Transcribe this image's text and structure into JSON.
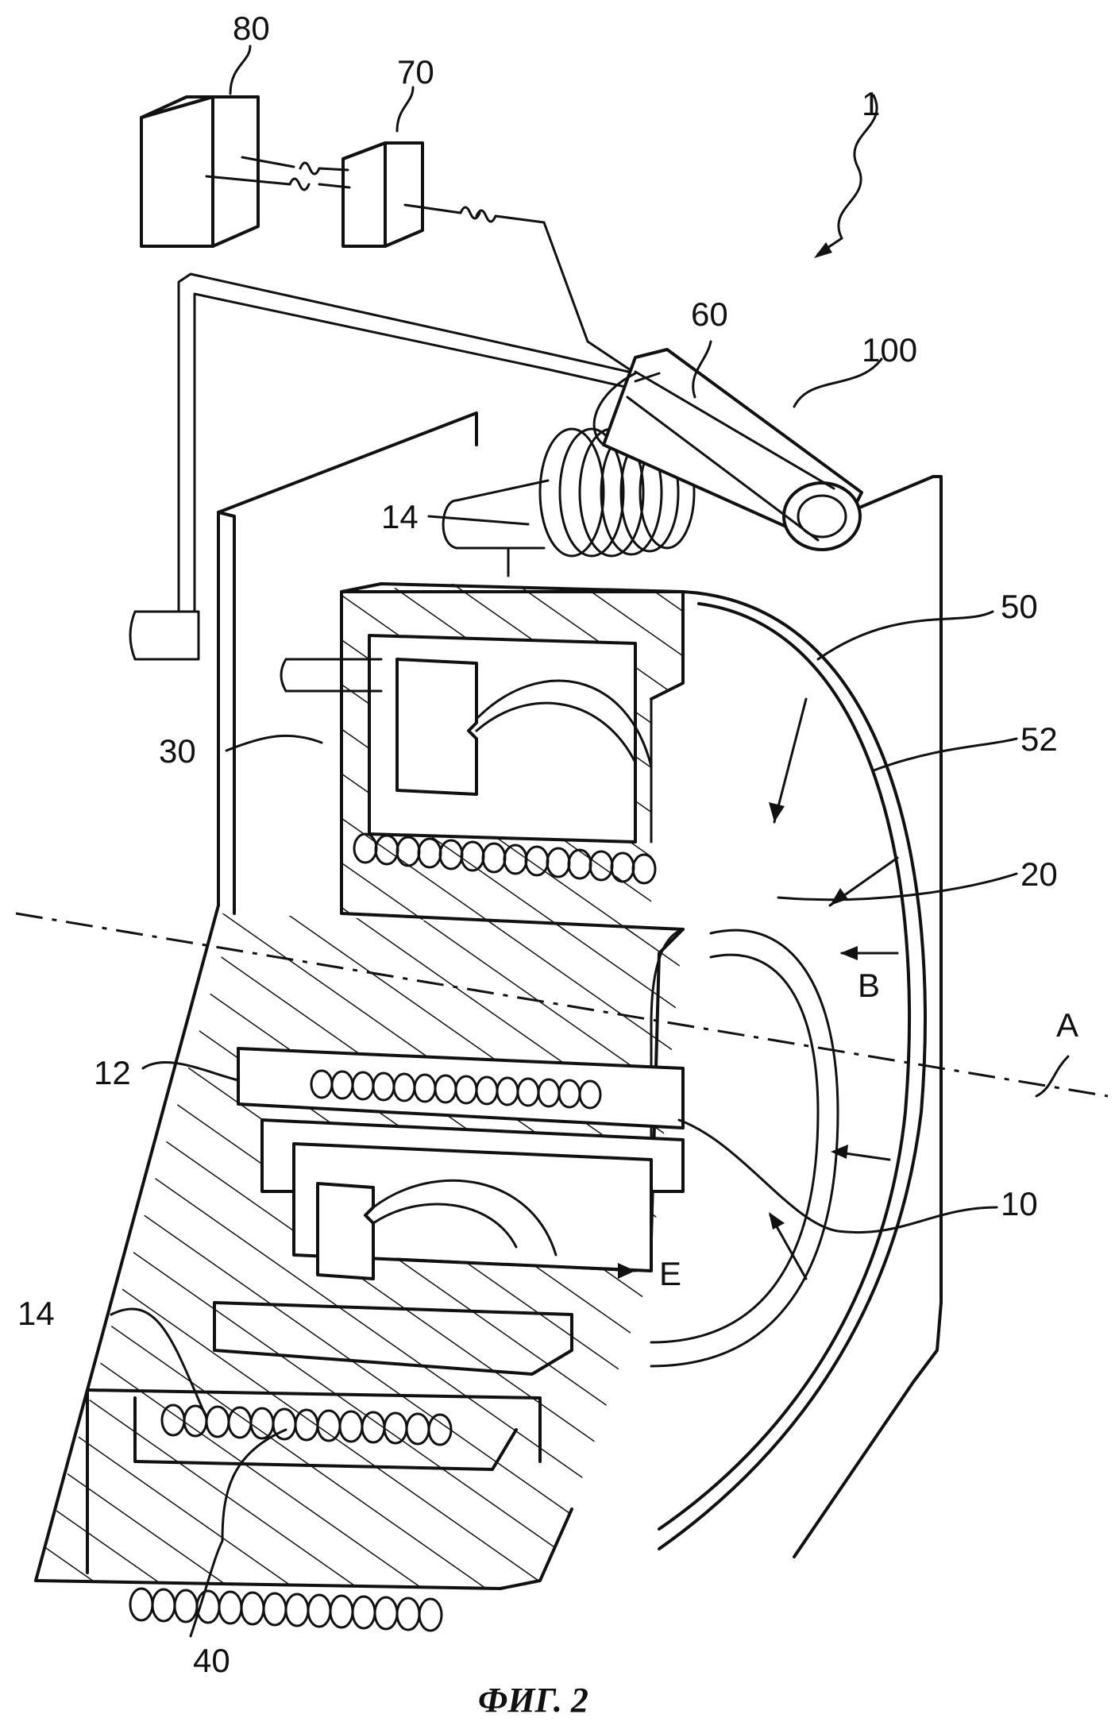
{
  "figure": {
    "caption": "ФИГ. 2",
    "labels": {
      "l80": "80",
      "l70": "70",
      "l1": "1",
      "l60": "60",
      "l100": "100",
      "l14_top": "14",
      "l50": "50",
      "l30": "30",
      "l52": "52",
      "l20": "20",
      "lB": "B",
      "lA": "A",
      "l12": "12",
      "l10": "10",
      "lE": "E",
      "l14_bottom": "14",
      "l40": "40"
    }
  }
}
